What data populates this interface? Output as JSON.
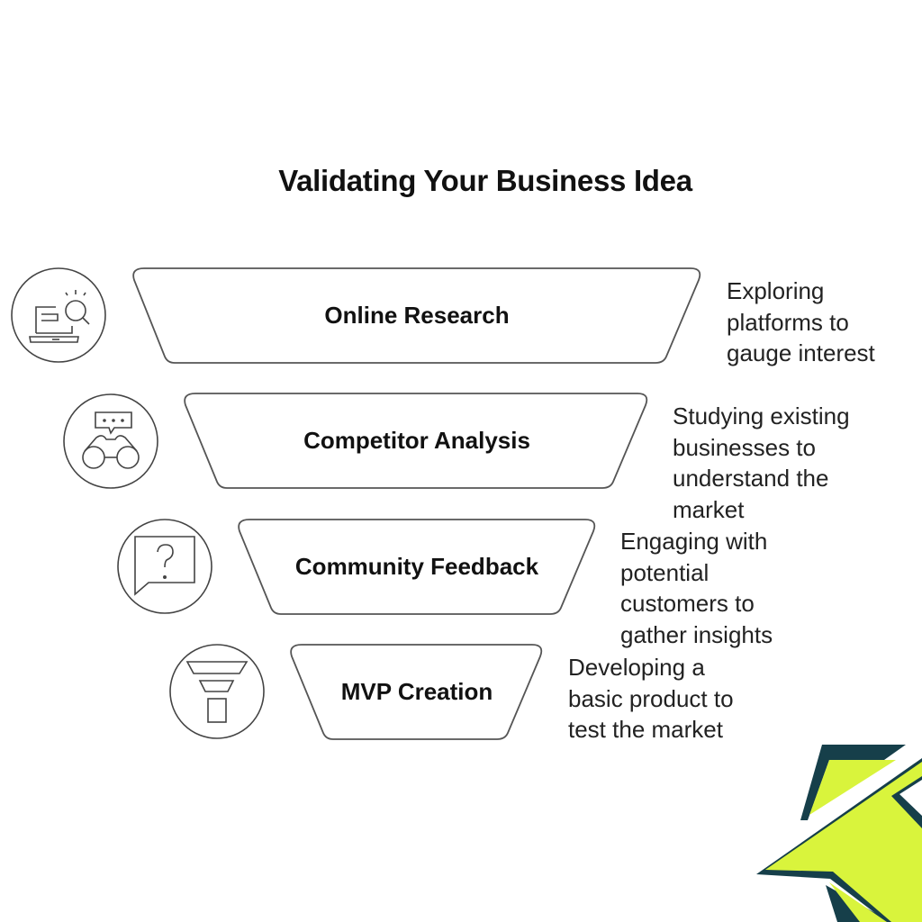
{
  "title": "Validating Your Business Idea",
  "stages": [
    {
      "label": "Online Research",
      "icon": "laptop-search-icon",
      "description": [
        "Exploring",
        "platforms to",
        "gauge interest"
      ]
    },
    {
      "label": "Competitor Analysis",
      "icon": "binoculars-chat-icon",
      "description": [
        "Studying existing",
        "businesses to",
        "understand the",
        "market"
      ]
    },
    {
      "label": "Community Feedback",
      "icon": "question-bubble-icon",
      "description": [
        "Engaging with",
        "potential",
        "customers to",
        "gather insights"
      ]
    },
    {
      "label": "MVP Creation",
      "icon": "funnel-icon",
      "description": [
        "Developing a",
        "basic product to",
        "test the market"
      ]
    }
  ],
  "colors": {
    "outline": "#555555",
    "logo_lime": "#d9f43c",
    "logo_teal": "#163f4a"
  }
}
